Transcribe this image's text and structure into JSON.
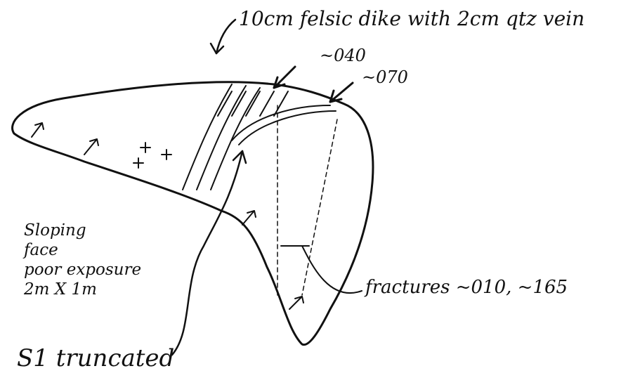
{
  "annotations": {
    "dike_label": "10cm felsic dike with 2cm qtz vein",
    "angle_040": "~040",
    "angle_070": "~070",
    "fractures": "fractures ~010, ~165",
    "slope_lines": [
      "Sloping",
      "face",
      "poor exposure",
      "2m X 1m"
    ],
    "s1": "S1 truncated"
  }
}
